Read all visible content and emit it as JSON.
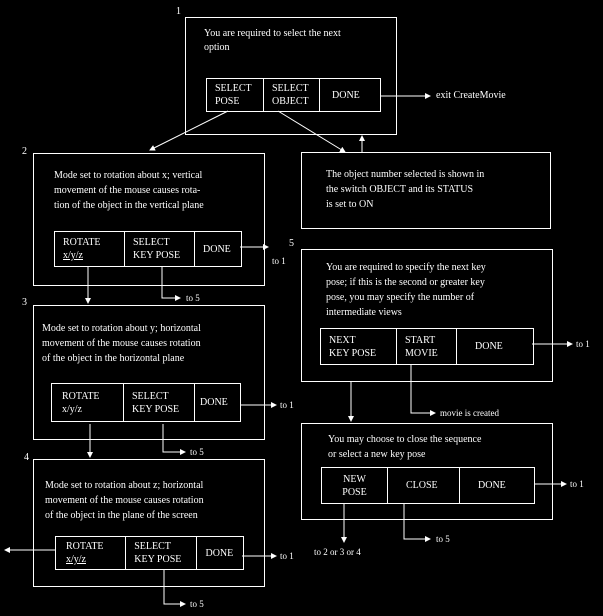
{
  "boxes": {
    "b1": {
      "number": "1",
      "text": [
        "You are required to select the next",
        "option"
      ],
      "buttons": [
        [
          "SELECT",
          "POSE"
        ],
        [
          "SELECT",
          "OBJECT"
        ],
        [
          "DONE",
          ""
        ]
      ]
    },
    "b2": {
      "number": "2",
      "text": [
        "Mode set to rotation about x; vertical",
        "movement of the mouse causes rota-",
        "tion of the object in the vertical plane"
      ],
      "buttons": [
        [
          "ROTATE",
          "x/y/z"
        ],
        [
          "SELECT",
          "KEY POSE"
        ],
        [
          "DONE",
          ""
        ]
      ]
    },
    "b3": {
      "number": "3",
      "text": [
        "Mode set to rotation about y; horizontal",
        "movement of the mouse causes rotation",
        "of the object in the horizontal plane"
      ],
      "buttons": [
        [
          "ROTATE",
          "x/y/z"
        ],
        [
          "SELECT",
          "KEY POSE"
        ],
        [
          "DONE",
          ""
        ]
      ]
    },
    "b4": {
      "number": "4",
      "text": [
        "Mode set to rotation about z; horizontal",
        "movement of the mouse causes rotation",
        "of the object in the plane of the screen"
      ],
      "buttons": [
        [
          "ROTATE",
          "x/y/z"
        ],
        [
          "SELECT",
          "KEY POSE"
        ],
        [
          "DONE",
          ""
        ]
      ]
    },
    "bObj": {
      "text": [
        "The object number selected is shown in",
        "the switch OBJECT and its STATUS",
        "is set to ON"
      ]
    },
    "b5": {
      "number": "5",
      "text": [
        "You are required to specify the next key",
        "pose; if this is the second or greater key",
        "pose, you may specify the number of",
        "intermediate views"
      ],
      "buttons": [
        [
          "NEXT",
          "KEY POSE"
        ],
        [
          "START",
          "MOVIE"
        ],
        [
          "DONE",
          ""
        ]
      ]
    },
    "b6": {
      "text": [
        "You may choose to close the sequence",
        "or select a new key pose"
      ],
      "buttons": [
        [
          "NEW",
          "POSE"
        ],
        [
          "CLOSE",
          ""
        ],
        [
          "DONE",
          ""
        ]
      ]
    }
  },
  "labels": {
    "exit": "exit CreateMovie",
    "b2_to1": "to 1",
    "b2_to5": "to 5",
    "b3_to1": "to 1",
    "b3_to5": "to 5",
    "b4_to1": "to 1",
    "b4_to5": "to 5",
    "b5_to1": "to 1",
    "movie": "movie is created",
    "b6_to1": "to 1",
    "b6_to5": "to 5",
    "to234": "to 2 or 3 or 4"
  }
}
